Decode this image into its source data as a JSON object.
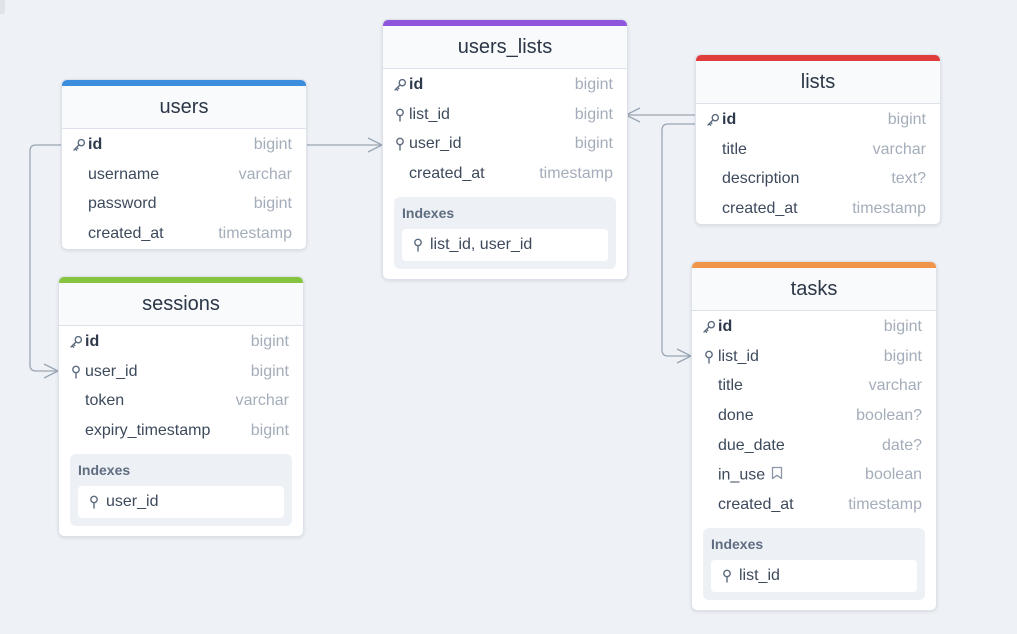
{
  "colors": {
    "users": "#3b8ede",
    "users_lists": "#8e55dd",
    "lists": "#e03c3c",
    "sessions": "#86c33f",
    "tasks": "#f0954a",
    "edge": "#9aa6b5"
  },
  "tables": {
    "users": {
      "name": "users",
      "columns": [
        {
          "name": "id",
          "type": "bigint",
          "icon": "key-icon"
        },
        {
          "name": "username",
          "type": "varchar"
        },
        {
          "name": "password",
          "type": "bigint"
        },
        {
          "name": "created_at",
          "type": "timestamp"
        }
      ]
    },
    "users_lists": {
      "name": "users_lists",
      "columns": [
        {
          "name": "id",
          "type": "bigint",
          "icon": "key-icon"
        },
        {
          "name": "list_id",
          "type": "bigint",
          "icon": "index-pin-icon"
        },
        {
          "name": "user_id",
          "type": "bigint",
          "icon": "index-pin-icon"
        },
        {
          "name": "created_at",
          "type": "timestamp"
        }
      ],
      "indexes_title": "Indexes",
      "indexes": [
        "list_id, user_id"
      ]
    },
    "lists": {
      "name": "lists",
      "columns": [
        {
          "name": "id",
          "type": "bigint",
          "icon": "key-icon"
        },
        {
          "name": "title",
          "type": "varchar"
        },
        {
          "name": "description",
          "type": "text?"
        },
        {
          "name": "created_at",
          "type": "timestamp"
        }
      ]
    },
    "sessions": {
      "name": "sessions",
      "columns": [
        {
          "name": "id",
          "type": "bigint",
          "icon": "key-icon"
        },
        {
          "name": "user_id",
          "type": "bigint",
          "icon": "index-pin-icon"
        },
        {
          "name": "token",
          "type": "varchar"
        },
        {
          "name": "expiry_timestamp",
          "type": "bigint"
        }
      ],
      "indexes_title": "Indexes",
      "indexes": [
        "user_id"
      ]
    },
    "tasks": {
      "name": "tasks",
      "columns": [
        {
          "name": "id",
          "type": "bigint",
          "icon": "key-icon"
        },
        {
          "name": "list_id",
          "type": "bigint",
          "icon": "index-pin-icon"
        },
        {
          "name": "title",
          "type": "varchar"
        },
        {
          "name": "done",
          "type": "boolean?"
        },
        {
          "name": "due_date",
          "type": "date?"
        },
        {
          "name": "in_use",
          "type": "boolean",
          "icon_after": "note-icon"
        },
        {
          "name": "created_at",
          "type": "timestamp"
        }
      ],
      "indexes_title": "Indexes",
      "indexes": [
        "list_id"
      ]
    }
  },
  "relations": [
    {
      "from": "users.id",
      "to": "users_lists.user_id",
      "cardinality": "one-to-many"
    },
    {
      "from": "lists.id",
      "to": "users_lists.list_id",
      "cardinality": "one-to-many"
    },
    {
      "from": "users.id",
      "to": "sessions.user_id",
      "cardinality": "one-to-many"
    },
    {
      "from": "lists.id",
      "to": "tasks.list_id",
      "cardinality": "one-to-many"
    }
  ]
}
